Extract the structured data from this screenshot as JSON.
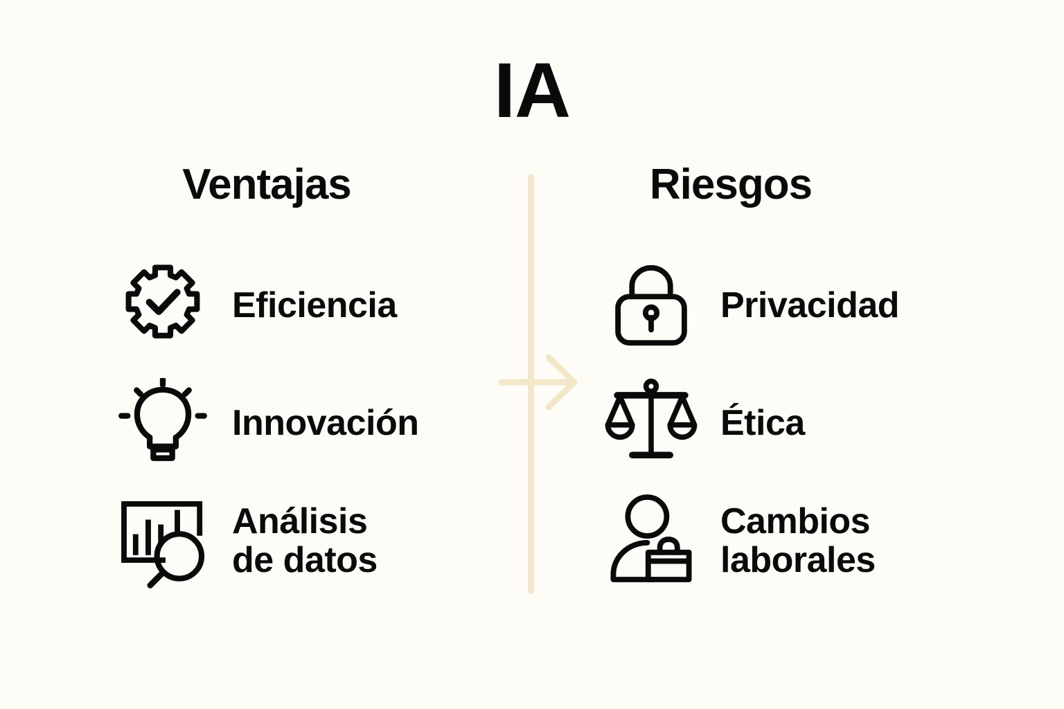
{
  "title": "IA",
  "theme": {
    "background": "#FDFCF7",
    "ink": "#0A0A0A",
    "accent": "#F2E8C9"
  },
  "columns": [
    {
      "side": "left",
      "heading": "Ventajas",
      "items": [
        {
          "icon": "gear-check-icon",
          "label": "Eficiencia"
        },
        {
          "icon": "lightbulb-icon",
          "label": "Innovación"
        },
        {
          "icon": "data-analysis-icon",
          "label": "Análisis\nde datos"
        }
      ]
    },
    {
      "side": "right",
      "heading": "Riesgos",
      "items": [
        {
          "icon": "lock-icon",
          "label": "Privacidad"
        },
        {
          "icon": "scales-icon",
          "label": "Ética"
        },
        {
          "icon": "worker-briefcase-icon",
          "label": "Cambios\nlaborales"
        }
      ]
    }
  ],
  "divider": {
    "icon": "arrow-right-icon"
  }
}
